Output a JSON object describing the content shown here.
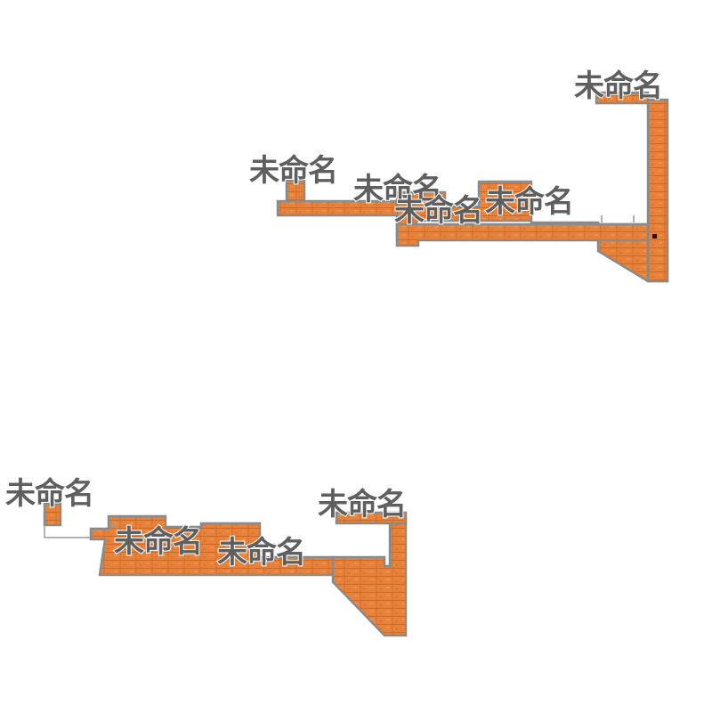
{
  "plan": {
    "floor_color": "#e8823a",
    "floor_line_color": "#c96a28",
    "wall_color": "#8a8a8a",
    "label_color": "#5f5f5f",
    "upper_plan": {
      "labels": [
        {
          "id": "u1",
          "text": "未命名"
        },
        {
          "id": "u2",
          "text": "未命名"
        },
        {
          "id": "u3",
          "text": "未命名"
        },
        {
          "id": "u4",
          "text": "未命名"
        },
        {
          "id": "u5",
          "text": "未命名"
        }
      ]
    },
    "lower_plan": {
      "labels": [
        {
          "id": "l1",
          "text": "未命名"
        },
        {
          "id": "l2",
          "text": "未命名"
        },
        {
          "id": "l3",
          "text": "未命名"
        },
        {
          "id": "l4",
          "text": "未命名"
        }
      ]
    }
  }
}
